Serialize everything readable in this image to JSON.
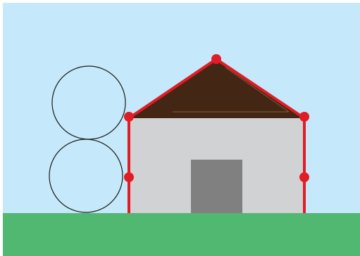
{
  "scene": {
    "colors": {
      "sky": "#c5e8fa",
      "grass": "#50b870",
      "house_wall": "#d1d2d4",
      "roof": "#432614",
      "roof_highlight": "#8b5a3a",
      "door": "#808080",
      "outline": "#e21c24",
      "vertex": "#e21c24",
      "circle_stroke": "#1b1b1b"
    },
    "elements": {
      "sky": "sky",
      "ground": "grass",
      "house": "house",
      "roof": "roof",
      "door": "door",
      "outline": "house-outline",
      "vertices": "control-points",
      "circles": "circles"
    }
  }
}
